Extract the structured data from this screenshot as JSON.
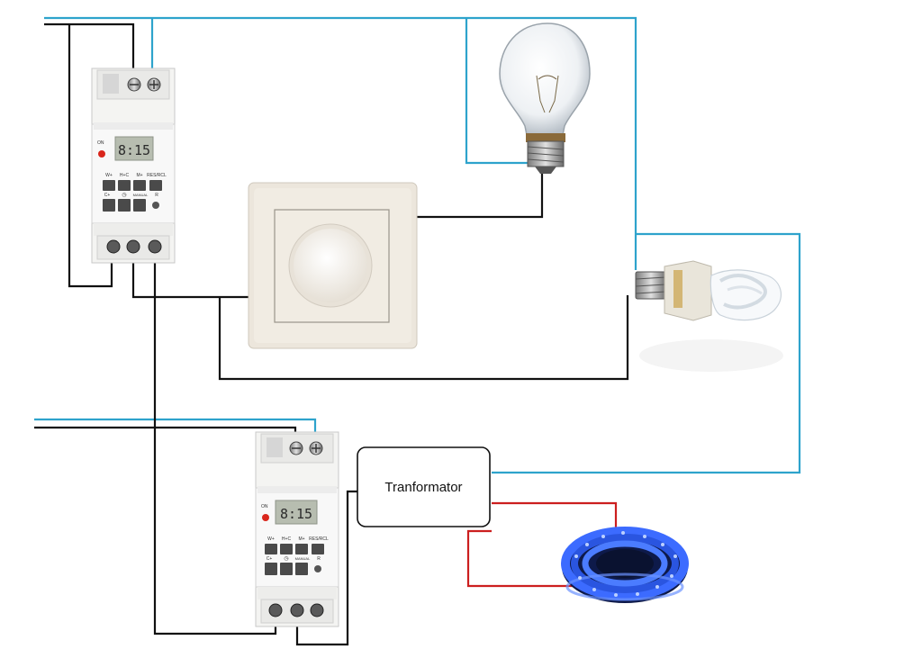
{
  "colors": {
    "live_wire": "#2ea3cc",
    "neutral_wire": "#111111",
    "led_wire": "#cc1f1f",
    "led_strip": "#2a5cff"
  },
  "timer": {
    "display": "8:15",
    "on_label": "ON",
    "button_labels": [
      "W+",
      "H+C",
      "M+",
      "RES/RCL",
      "C+",
      "◷",
      "MANUAL",
      "R"
    ]
  },
  "transformer": {
    "label": "Tranformator"
  },
  "devices": {
    "timer_icon": "digital-timer-icon",
    "dimmer_icon": "dimmer-switch-icon",
    "bulb_icon": "incandescent-bulb-icon",
    "cfl_icon": "cfl-bulb-icon",
    "led_icon": "led-strip-reel-icon"
  }
}
